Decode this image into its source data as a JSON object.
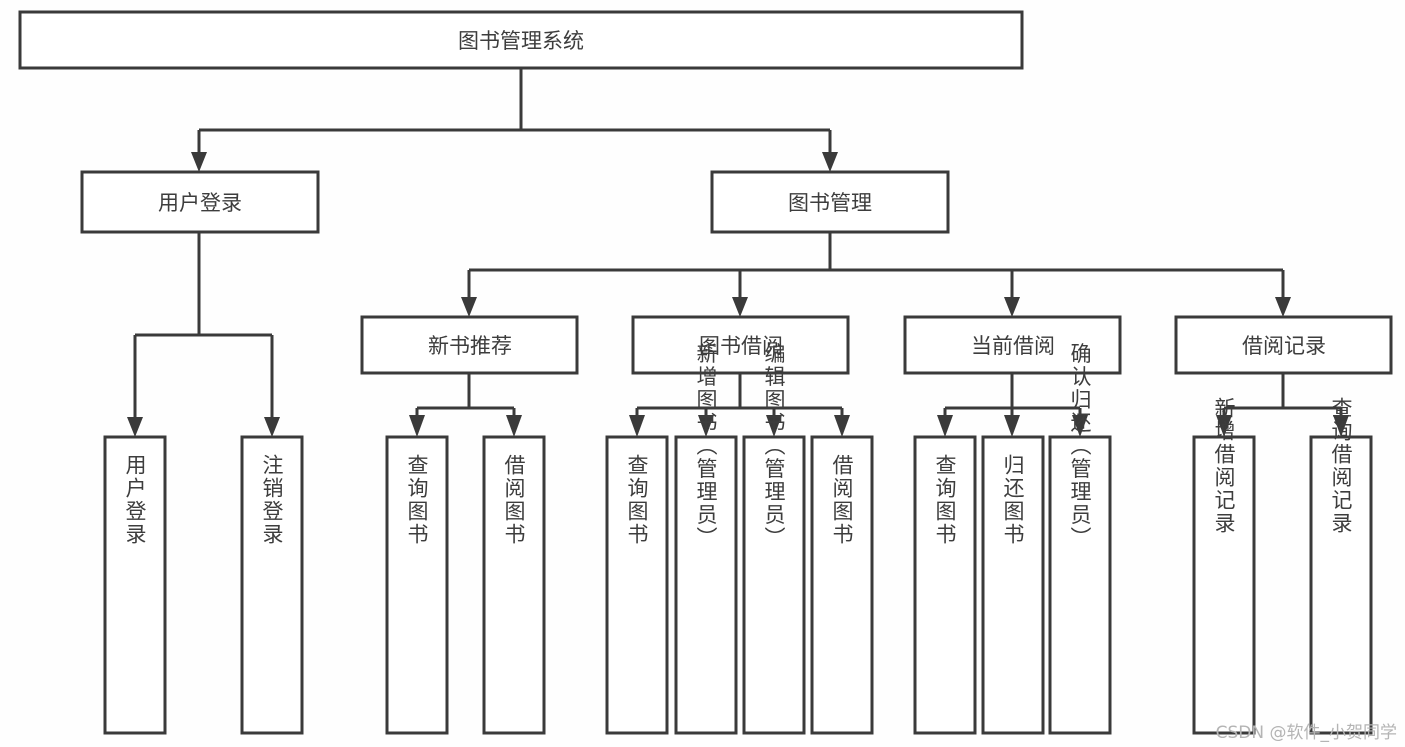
{
  "diagram": {
    "type": "tree-hierarchy-chart",
    "title": "图书管理系统",
    "colors": {
      "background": "#fefefe",
      "box_fill": "#ffffff",
      "box_stroke": "#3a3a3a",
      "text": "#3d3d3d",
      "watermark": "#b4b4b4"
    },
    "levels": {
      "root": {
        "label": "图书管理系统"
      },
      "level1": [
        {
          "label": "用户登录"
        },
        {
          "label": "图书管理"
        }
      ],
      "level2": [
        {
          "label": "新书推荐"
        },
        {
          "label": "图书借阅"
        },
        {
          "label": "当前借阅"
        },
        {
          "label": "借阅记录"
        }
      ],
      "leaves": {
        "user_login": [
          {
            "label": "用户登录"
          },
          {
            "label": "注销登录"
          }
        ],
        "new_book_recommend": [
          {
            "label": "查询图书"
          },
          {
            "label": "借阅图书"
          }
        ],
        "book_borrow": [
          {
            "label": "查询图书"
          },
          {
            "label": "新增图书（管理员）"
          },
          {
            "label": "编辑图书（管理员）"
          },
          {
            "label": "借阅图书"
          }
        ],
        "current_borrow": [
          {
            "label": "查询图书"
          },
          {
            "label": "归还图书"
          },
          {
            "label": "确认归还（管理员）"
          }
        ],
        "borrow_record": [
          {
            "label": "新增借阅记录"
          },
          {
            "label": "查询借阅记录"
          }
        ]
      }
    }
  },
  "watermark": {
    "text": "CSDN @软件_小贺同学"
  }
}
